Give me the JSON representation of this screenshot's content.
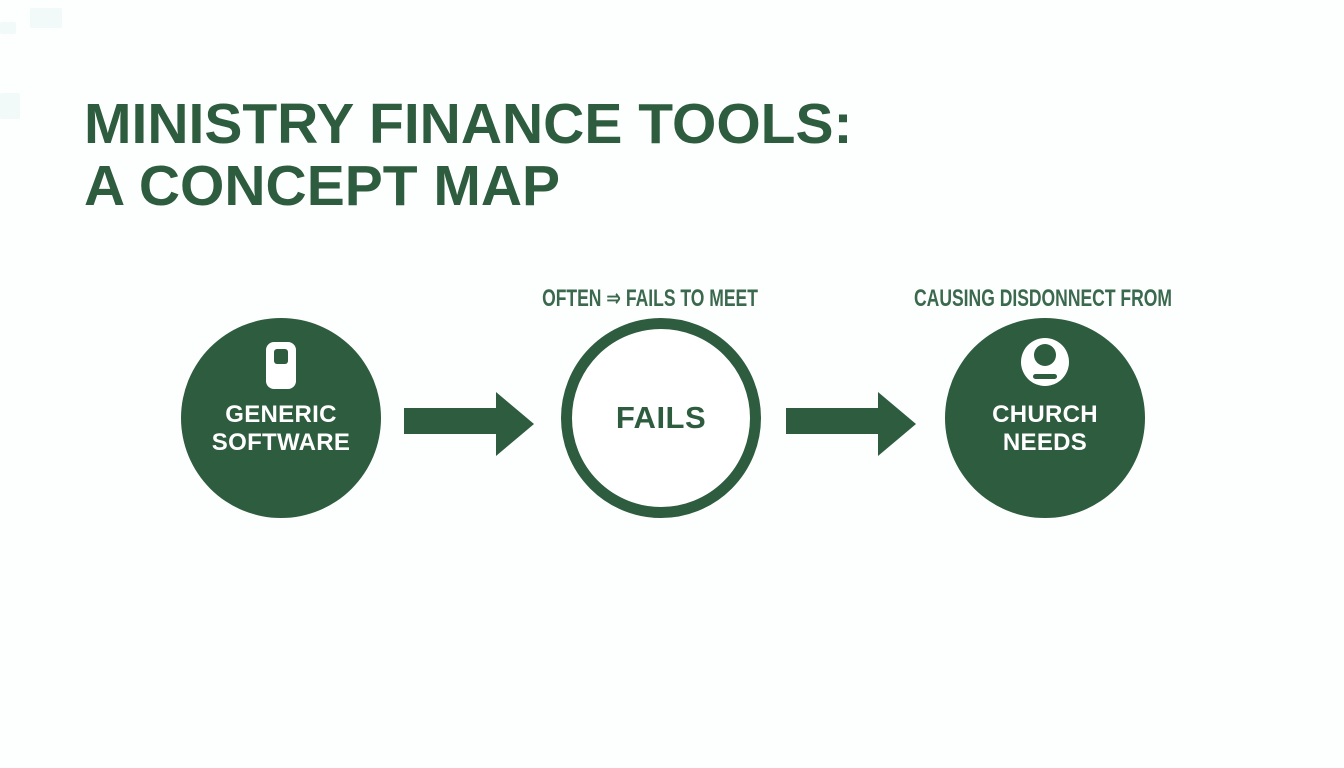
{
  "title": {
    "line1": "MINISTRY FINANCE TOOLS:",
    "line2": "A CONCEPT MAP"
  },
  "diagram": {
    "labels": [
      {
        "text": "OFTEN ⇒ FAILS TO MEET",
        "above_node": "fails"
      },
      {
        "text": "CAUSING DISDONNECT FROM",
        "above_node": "church-needs"
      }
    ],
    "nodes": [
      {
        "id": "generic-software",
        "line1": "GENERIC",
        "line2": "SOFTWARE",
        "icon": "smartphone-icon",
        "style": "filled"
      },
      {
        "id": "fails",
        "line1": "FAILS",
        "style": "outlined"
      },
      {
        "id": "church-needs",
        "line1": "CHURCH",
        "line2": "NEEDS",
        "icon": "person-icon",
        "style": "filled"
      }
    ],
    "connectors": [
      {
        "from": "generic-software",
        "to": "fails",
        "type": "block-arrow-right"
      },
      {
        "from": "fails",
        "to": "church-needs",
        "type": "block-arrow-right"
      }
    ]
  },
  "colors": {
    "primary_green": "#2e5c3e",
    "label_green": "#3b694d",
    "background": "#fdfefe",
    "node_text_white": "#ffffff"
  }
}
